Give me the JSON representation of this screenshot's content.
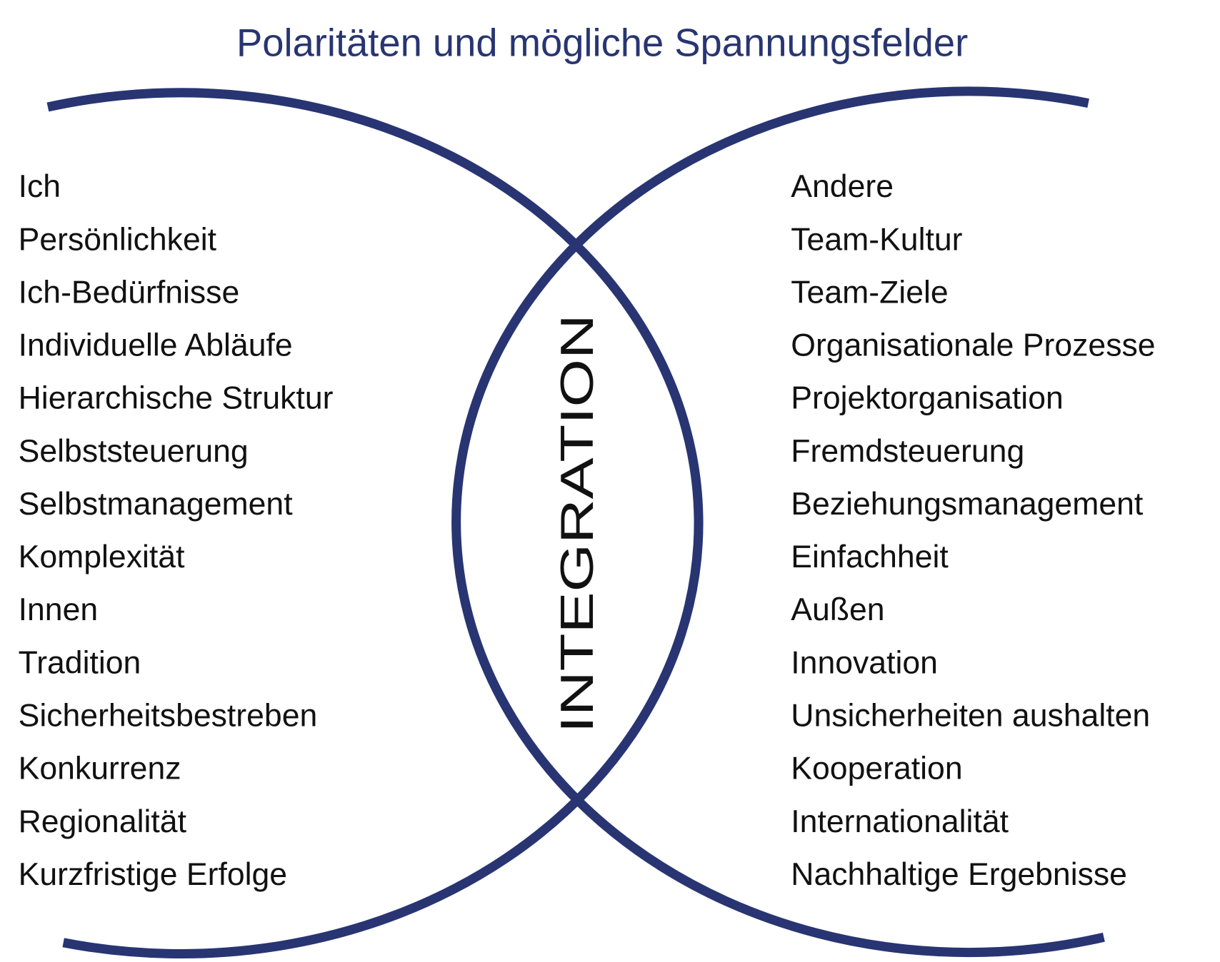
{
  "title": "Polaritäten und mögliche Spannungsfelder",
  "center_label": "INTEGRATION",
  "colors": {
    "accent": "#283572",
    "text": "#111111"
  },
  "left_items": [
    "Ich",
    "Persönlichkeit",
    "Ich-Bedürfnisse",
    "Individuelle Abläufe",
    "Hierarchische Struktur",
    "Selbststeuerung",
    "Selbstmanagement",
    "Komplexität",
    "Innen",
    "Tradition",
    "Sicherheitsbestreben",
    "Konkurrenz",
    "Regionalität",
    "Kurzfristige Erfolge"
  ],
  "right_items": [
    "Andere",
    "Team-Kultur",
    "Team-Ziele",
    "Organisationale Prozesse",
    "Projektorganisation",
    "Fremdsteuerung",
    "Beziehungsmanagement",
    "Einfachheit",
    "Außen",
    "Innovation",
    "Unsicherheiten aushalten",
    "Kooperation",
    "Internationalität",
    "Nachhaltige Ergebnisse"
  ]
}
